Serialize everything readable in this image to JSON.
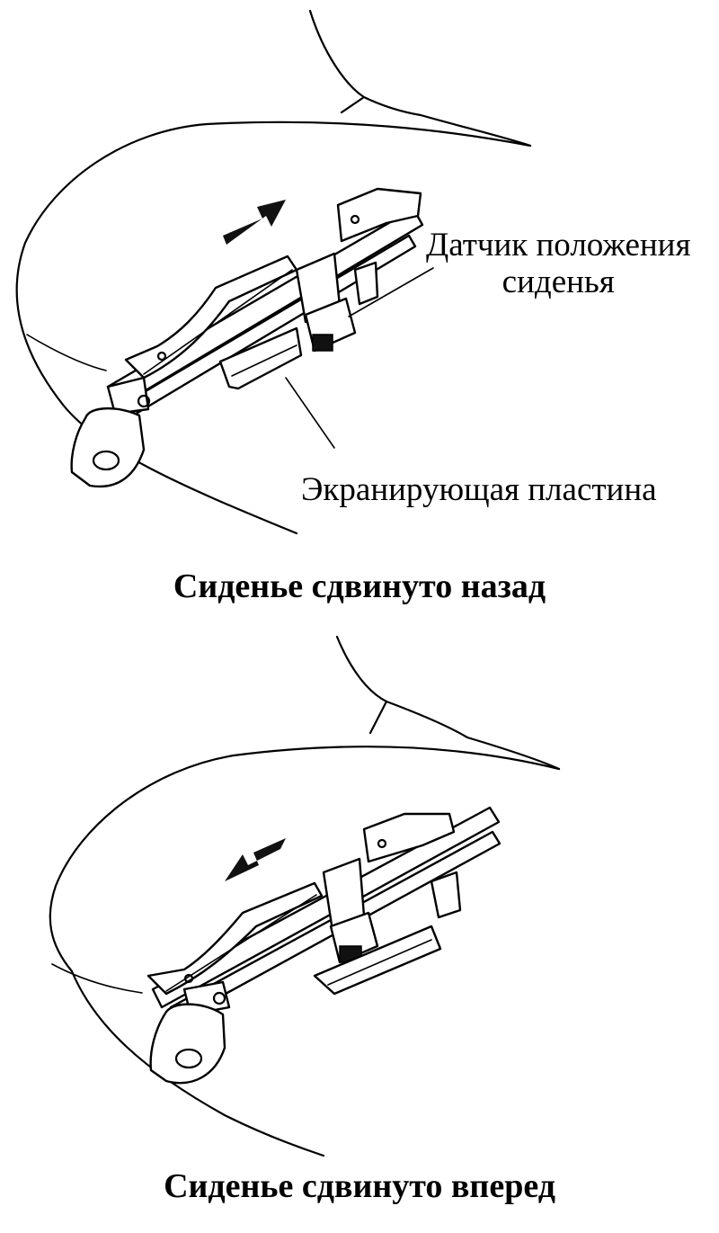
{
  "top_panel": {
    "sensor_label_line1": "Датчик положения",
    "sensor_label_line2": "сиденья",
    "shield_label": "Экранирующая пластина",
    "caption": "Сиденье сдвинуто назад"
  },
  "bottom_panel": {
    "caption": "Сиденье сдвинуто вперед"
  },
  "icons": [
    "arrow-right-icon",
    "arrow-left-icon"
  ]
}
